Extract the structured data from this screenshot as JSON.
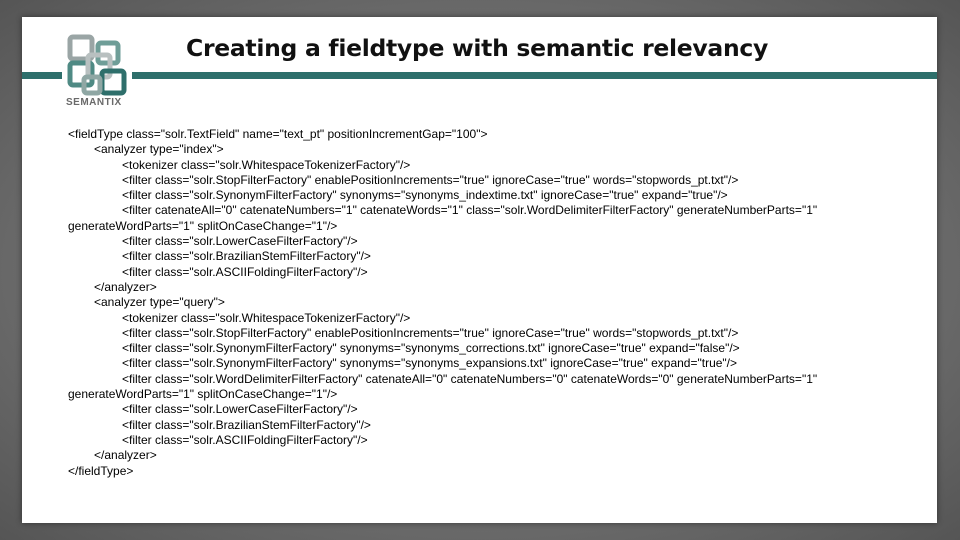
{
  "slide": {
    "title": "Creating a fieldtype with semantic relevancy",
    "logo_text": "SEMANTIX",
    "logo_icon": "semantix-logo-icon",
    "accent_color": "#2e6f6b"
  },
  "code_lines": [
    {
      "indent": 0,
      "text": "<fieldType class=\"solr.TextField\" name=\"text_pt\" positionIncrementGap=\"100\">"
    },
    {
      "indent": 1,
      "text": "<analyzer type=\"index\">"
    },
    {
      "indent": 2,
      "text": "<tokenizer class=\"solr.WhitespaceTokenizerFactory\"/>"
    },
    {
      "indent": 2,
      "text": "<filter class=\"solr.StopFilterFactory\" enablePositionIncrements=\"true\" ignoreCase=\"true\" words=\"stopwords_pt.txt\"/>"
    },
    {
      "indent": 2,
      "text": "<filter class=\"solr.SynonymFilterFactory\" synonyms=\"synonyms_indextime.txt\" ignoreCase=\"true\" expand=\"true\"/>"
    },
    {
      "indent": 2,
      "text": "<filter catenateAll=\"0\" catenateNumbers=\"1\" catenateWords=\"1\" class=\"solr.WordDelimiterFilterFactory\" generateNumberParts=\"1\"",
      "wrap": "generateWordParts=\"1\" splitOnCaseChange=\"1\"/>"
    },
    {
      "indent": 2,
      "text": "<filter class=\"solr.LowerCaseFilterFactory\"/>"
    },
    {
      "indent": 2,
      "text": "<filter class=\"solr.BrazilianStemFilterFactory\"/>"
    },
    {
      "indent": 2,
      "text": "<filter class=\"solr.ASCIIFoldingFilterFactory\"/>"
    },
    {
      "indent": 1,
      "text": "</analyzer>"
    },
    {
      "indent": 1,
      "text": "<analyzer type=\"query\">"
    },
    {
      "indent": 2,
      "text": "<tokenizer class=\"solr.WhitespaceTokenizerFactory\"/>"
    },
    {
      "indent": 2,
      "text": "<filter class=\"solr.StopFilterFactory\" enablePositionIncrements=\"true\" ignoreCase=\"true\" words=\"stopwords_pt.txt\"/>"
    },
    {
      "indent": 2,
      "text": "<filter class=\"solr.SynonymFilterFactory\" synonyms=\"synonyms_corrections.txt\" ignoreCase=\"true\" expand=\"false\"/>"
    },
    {
      "indent": 2,
      "text": "<filter class=\"solr.SynonymFilterFactory\" synonyms=\"synonyms_expansions.txt\" ignoreCase=\"true\" expand=\"true\"/>"
    },
    {
      "indent": 2,
      "text": "<filter class=\"solr.WordDelimiterFilterFactory\" catenateAll=\"0\" catenateNumbers=\"0\" catenateWords=\"0\" generateNumberParts=\"1\"",
      "wrap": "generateWordParts=\"1\" splitOnCaseChange=\"1\"/>"
    },
    {
      "indent": 2,
      "text": "<filter class=\"solr.LowerCaseFilterFactory\"/>"
    },
    {
      "indent": 2,
      "text": "<filter class=\"solr.BrazilianStemFilterFactory\"/>"
    },
    {
      "indent": 2,
      "text": "<filter class=\"solr.ASCIIFoldingFilterFactory\"/>"
    },
    {
      "indent": 1,
      "text": "</analyzer>"
    },
    {
      "indent": 0,
      "text": "</fieldType>"
    }
  ]
}
